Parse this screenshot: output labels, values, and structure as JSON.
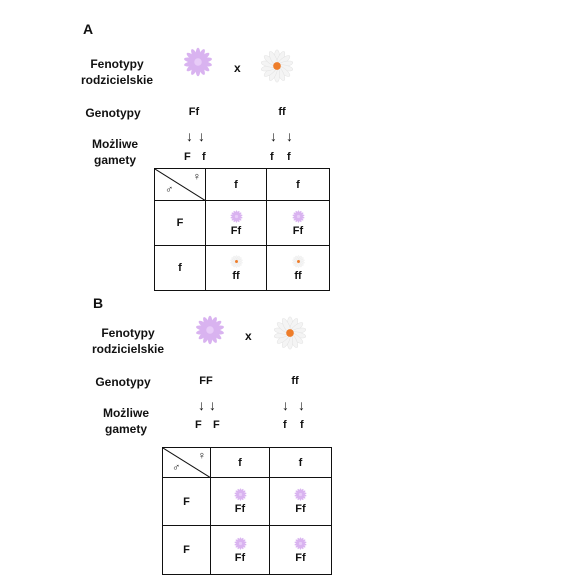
{
  "colors": {
    "purple": "#d9b3f0",
    "purple_center": "#e8ccf8",
    "white_petal": "#f4f4f4",
    "orange": "#ee7d2a"
  },
  "section_a": {
    "title": "A",
    "phenotype_label_line1": "Fenotypy",
    "phenotype_label_line2": "rodzicielskie",
    "cross_symbol": "x",
    "genotype_label": "Genotypy",
    "parent1_genotype": "Ff",
    "parent2_genotype": "ff",
    "gametes_label_line1": "Możliwe",
    "gametes_label_line2": "gamety",
    "parent1_gametes": [
      "F",
      "f"
    ],
    "parent2_gametes": [
      "f",
      "f"
    ],
    "punnett": {
      "male_symbol": "♂",
      "female_symbol": "♀",
      "col_headers": [
        "f",
        "f"
      ],
      "row_headers": [
        "F",
        "f"
      ],
      "cells": [
        [
          {
            "genotype": "Ff",
            "flower": "purple-flower-icon"
          },
          {
            "genotype": "Ff",
            "flower": "purple-flower-icon"
          }
        ],
        [
          {
            "genotype": "ff",
            "flower": "white-flower-icon"
          },
          {
            "genotype": "ff",
            "flower": "white-flower-icon"
          }
        ]
      ]
    }
  },
  "section_b": {
    "title": "B",
    "phenotype_label_line1": "Fenotypy",
    "phenotype_label_line2": "rodzicielskie",
    "cross_symbol": "x",
    "genotype_label": "Genotypy",
    "parent1_genotype": "FF",
    "parent2_genotype": "ff",
    "gametes_label_line1": "Możliwe",
    "gametes_label_line2": "gamety",
    "parent1_gametes": [
      "F",
      "F"
    ],
    "parent2_gametes": [
      "f",
      "f"
    ],
    "punnett": {
      "male_symbol": "♂",
      "female_symbol": "♀",
      "col_headers": [
        "f",
        "f"
      ],
      "row_headers": [
        "F",
        "F"
      ],
      "cells": [
        [
          {
            "genotype": "Ff",
            "flower": "purple-flower-icon"
          },
          {
            "genotype": "Ff",
            "flower": "purple-flower-icon"
          }
        ],
        [
          {
            "genotype": "Ff",
            "flower": "purple-flower-icon"
          },
          {
            "genotype": "Ff",
            "flower": "purple-flower-icon"
          }
        ]
      ]
    }
  }
}
